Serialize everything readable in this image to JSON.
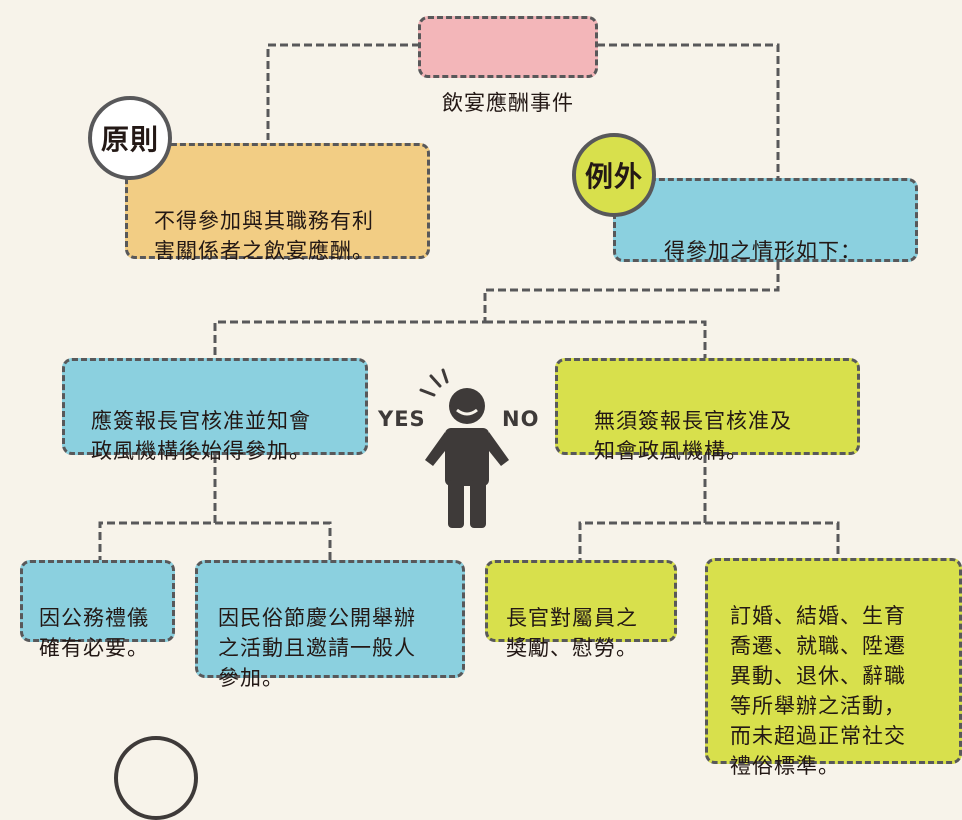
{
  "colors": {
    "pink": "#f3b6b9",
    "orange": "#f2cd84",
    "blue": "#8bd0df",
    "lime": "#d8e04c",
    "line": "#58585a",
    "background": "#f7f3ea"
  },
  "root": {
    "label": "飲宴應酬事件"
  },
  "principle": {
    "badge": "原則",
    "text": "不得參加與其職務有利\n害關係者之飲宴應酬。"
  },
  "exception": {
    "badge": "例外",
    "text": "得參加之情形如下："
  },
  "yes_branch": {
    "label": "YES",
    "text": "應簽報長官核准並知會\n政風機構後始得參加。",
    "items": [
      {
        "text": "因公務禮儀\n確有必要。"
      },
      {
        "text": "因民俗節慶公開舉辦\n之活動且邀請一般人\n參加。"
      }
    ]
  },
  "no_branch": {
    "label": "NO",
    "text": "無須簽報長官核准及\n知會政風機構。",
    "items": [
      {
        "text": "長官對屬員之\n獎勵、慰勞。"
      },
      {
        "text": "訂婚、結婚、生育\n喬遷、就職、陞遷\n異動、退休、辭職\n等所舉辦之活動，\n而未超過正常社交\n禮俗標準。"
      }
    ]
  },
  "figure": {
    "icon": "confused-person-icon"
  }
}
